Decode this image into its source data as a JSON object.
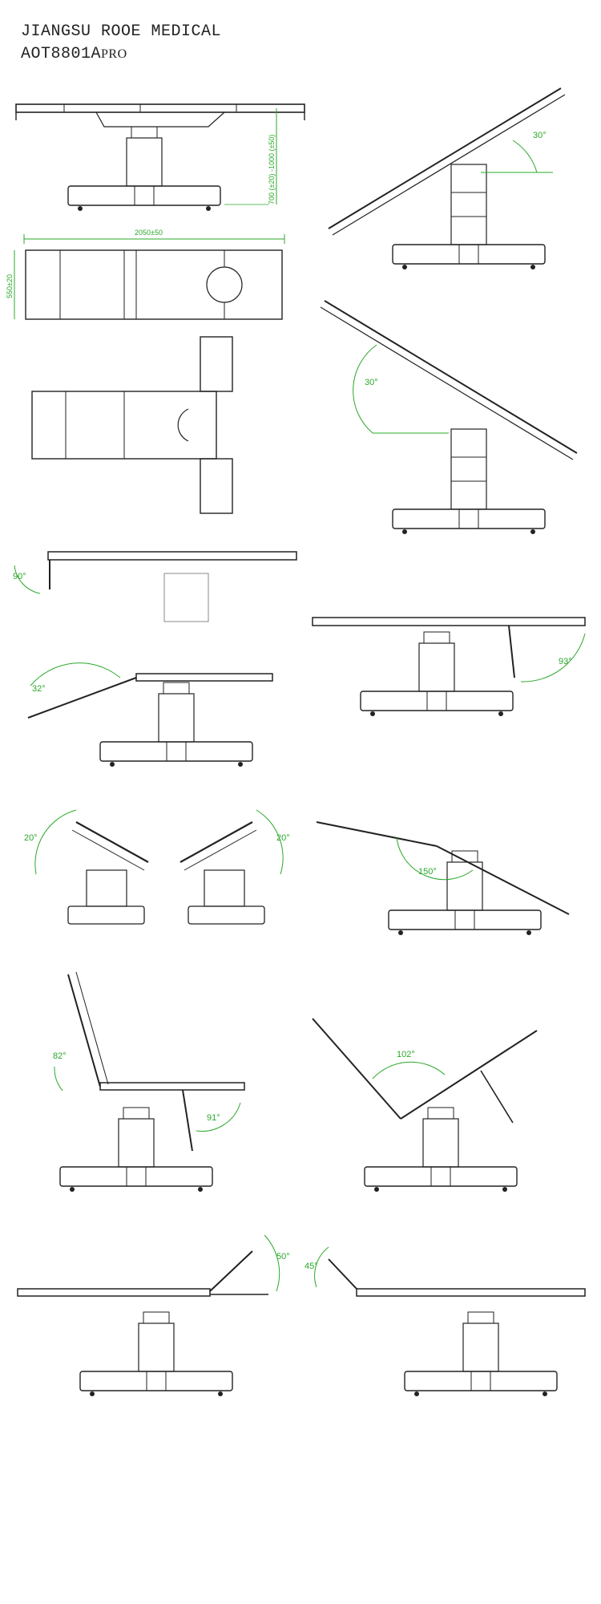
{
  "header": {
    "company": "JIANGSU ROOE MEDICAL",
    "model": "AOT8801A",
    "model_suffix": "PRO"
  },
  "dimensions": {
    "height_range": "700 (±20) -1000 (±50)",
    "length": "2050±50",
    "width": "550±20"
  },
  "angles": {
    "trendelenburg_top": "30°",
    "reverse_trendelenburg": "30°",
    "head_down_90": "90°",
    "leg_down_93": "93°",
    "back_up_32": "32°",
    "tilt_left": "20°",
    "tilt_right": "20°",
    "flex_150": "150°",
    "back_82": "82°",
    "leg_91": "91°",
    "reflex_102": "102°",
    "leg_up_50": "50°",
    "head_up_45": "45°"
  },
  "colors": {
    "line": "#222222",
    "dimension": "#2aa82a"
  }
}
